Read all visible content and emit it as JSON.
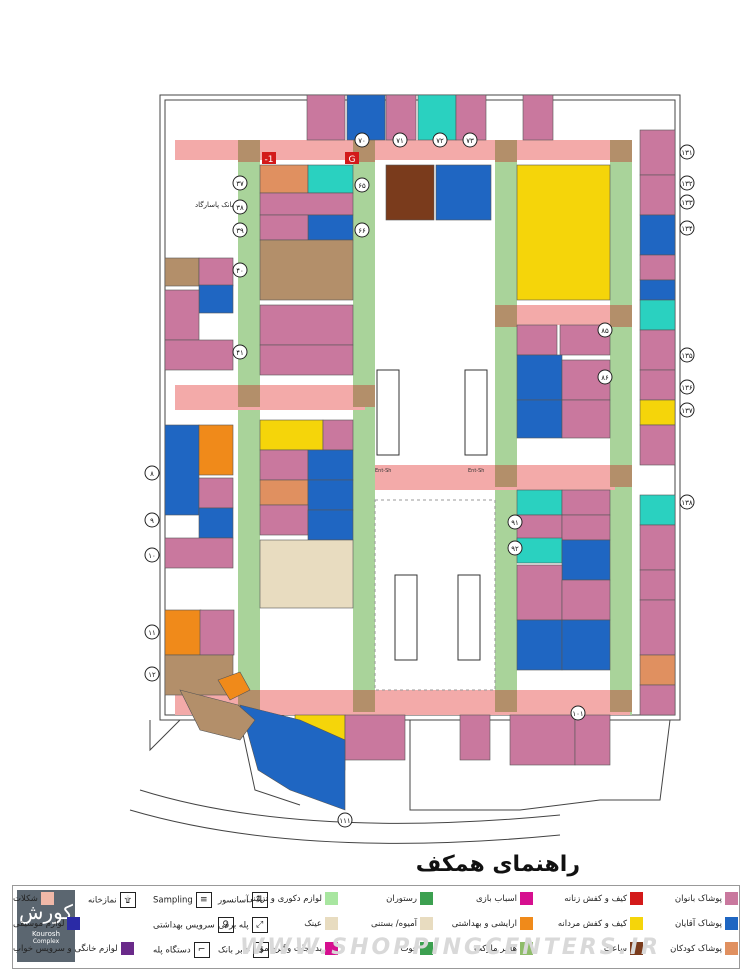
{
  "title": "راهنمای همکف",
  "watermark": "WWW.SHOPPINGCENTERS.IR",
  "logo": {
    "name": "کورش",
    "sub": "Kourosh",
    "sub2": "Complex"
  },
  "colors": {
    "women": "#c9789e",
    "men": "#1f66c2",
    "kids": "#e09060",
    "women_shoes": "#d31a1a",
    "men_shoes": "#f5d50a",
    "watch": "#7a3b1c",
    "toys": "#d60f8f",
    "cosmetics": "#f08a1a",
    "hyper": "#8fbc6a",
    "restaurant": "#3ca050",
    "cafe": "#e8dcc0",
    "decor": "#a8e6a0",
    "chocolate": "#f0b8a8",
    "music": "#2a2aa6",
    "sleep": "#6a2a8a",
    "corridor": "#a9d39a",
    "cross": "#f3aaa9",
    "node": "#b38f6a",
    "teal": "#2ad1c0"
  },
  "level_marks": {
    "g": "G",
    "m1": "-1"
  },
  "store_labels": [
    {
      "id": "s1",
      "text": "۸"
    },
    {
      "id": "s2",
      "text": "۹"
    },
    {
      "id": "s3",
      "text": "۱۰"
    },
    {
      "id": "s4",
      "text": "۱۱"
    },
    {
      "id": "s5",
      "text": "۱۲"
    },
    {
      "id": "s6",
      "text": "۳۷"
    },
    {
      "id": "s7",
      "text": "۳۸"
    },
    {
      "id": "s8",
      "text": "۳۹"
    },
    {
      "id": "s9",
      "text": "۴۰"
    },
    {
      "id": "s10",
      "text": "۴۱"
    },
    {
      "id": "s11",
      "text": "۱۳۱"
    },
    {
      "id": "s12",
      "text": "۱۳۲"
    },
    {
      "id": "s13",
      "text": "۱۳۳"
    },
    {
      "id": "s14",
      "text": "۱۳۴"
    },
    {
      "id": "s15",
      "text": "۱۳۵"
    },
    {
      "id": "s16",
      "text": "۱۳۶"
    },
    {
      "id": "s17",
      "text": "۱۳۷"
    },
    {
      "id": "s18",
      "text": "۱۳۸"
    },
    {
      "id": "s19",
      "text": "۷۰"
    },
    {
      "id": "s20",
      "text": "۷۱"
    },
    {
      "id": "s21",
      "text": "۷۲"
    },
    {
      "id": "s22",
      "text": "۷۳"
    },
    {
      "id": "s23",
      "text": "۶۵"
    },
    {
      "id": "s24",
      "text": "۶۶"
    },
    {
      "id": "s25",
      "text": "۸۵"
    },
    {
      "id": "s26",
      "text": "۸۶"
    },
    {
      "id": "s27",
      "text": "۹۱"
    },
    {
      "id": "s28",
      "text": "۹۲"
    },
    {
      "id": "s29",
      "text": "۱۰۱"
    },
    {
      "id": "s30",
      "text": "۱۱۱"
    }
  ],
  "legend": [
    {
      "label": "پوشاک بانوان",
      "color": "women"
    },
    {
      "label": "پوشاک آقایان",
      "color": "men"
    },
    {
      "label": "پوشاک کودکان",
      "color": "kids"
    },
    {
      "label": "کیف و کفش زنانه",
      "color": "women_shoes"
    },
    {
      "label": "کیف و کفش مردانه",
      "color": "men_shoes"
    },
    {
      "label": "ساعت",
      "color": "watch"
    },
    {
      "label": "اسباب بازی",
      "color": "toys"
    },
    {
      "label": "ارایشی و بهداشتی",
      "color": "cosmetics"
    },
    {
      "label": "هایپر مارکت",
      "color": "hyper"
    },
    {
      "label": "رستوران",
      "color": "restaurant"
    },
    {
      "label": "آمیوه/ بستنی",
      "color": "cafe"
    },
    {
      "label": "فوت",
      "color": "restaurant"
    },
    {
      "label": "لوازم دکوری و تزئینی",
      "color": "decor"
    },
    {
      "label": "عینک",
      "color": "cafe"
    },
    {
      "label": "بدلیجات وگیره مو",
      "color": "toys"
    },
    {
      "label": "شکلات",
      "color": "chocolate"
    },
    {
      "label": "لوازم موسیقی",
      "color": "music"
    },
    {
      "label": "لوازم خانگی و سرویس خواب",
      "color": "sleep"
    }
  ],
  "services": [
    {
      "label": "نمازخانه",
      "icon": "prayer-icon",
      "glyph": "۩"
    },
    {
      "label": "Sampling",
      "icon": "sampling-icon",
      "glyph": "≡"
    },
    {
      "label": "آسانسور",
      "icon": "elevator-icon",
      "glyph": "⇅"
    },
    {
      "label": "سرویس بهداشتی",
      "icon": "restroom-icon",
      "glyph": "♀"
    },
    {
      "label": "پله برقی",
      "icon": "escalator-icon",
      "glyph": "⤢"
    },
    {
      "label": "دستگاه پله",
      "icon": "stairs-icon",
      "glyph": "⌐"
    },
    {
      "label": "عابر بانک",
      "icon": "atm-icon",
      "glyph": "$"
    }
  ],
  "texts": {
    "bank": "بانک پاسارگاد",
    "ent_left": "Ent-Sh",
    "ent_right": "Ent-Sh"
  }
}
